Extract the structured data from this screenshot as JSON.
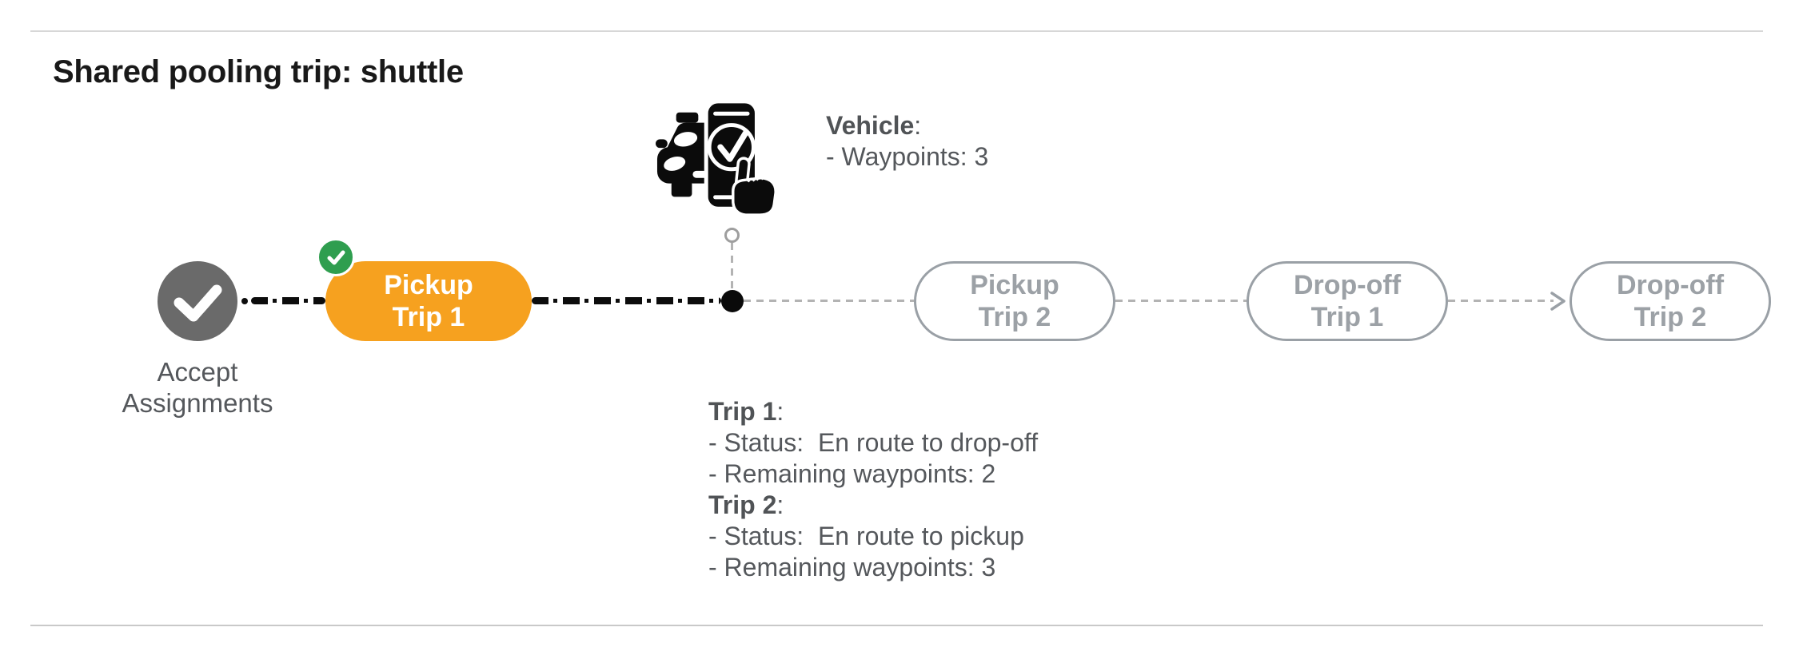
{
  "header": {
    "title": "Shared pooling trip: shuttle"
  },
  "vehicle_annotation": {
    "label": "Vehicle",
    "suffix": ":",
    "lines": [
      "- Waypoints: 3"
    ]
  },
  "timeline": {
    "start_node": {
      "icon": "check-icon",
      "label_line1": "Accept",
      "label_line2": "Assignments",
      "status": "completed"
    },
    "stages": [
      {
        "line1": "Pickup",
        "line2": "Trip 1",
        "status": "completed",
        "badge": "check-badge"
      },
      {
        "line1": "Pickup",
        "line2": "Trip 2",
        "status": "upcoming"
      },
      {
        "line1": "Drop-off",
        "line2": "Trip 1",
        "status": "upcoming"
      },
      {
        "line1": "Drop-off",
        "line2": "Trip 2",
        "status": "upcoming"
      }
    ]
  },
  "trip_status": {
    "sections": [
      {
        "label": "Trip 1",
        "suffix": ":",
        "lines": [
          "- Status:  En route to drop-off",
          "- Remaining waypoints: 2"
        ]
      },
      {
        "label": "Trip 2",
        "suffix": ":",
        "lines": [
          "- Status:  En route to pickup",
          "- Remaining waypoints: 3"
        ]
      }
    ]
  },
  "colors": {
    "active_pill_orange": "#F6A11F",
    "completed_badge_green": "#2F9E4F",
    "completed_node_gray": "#6A6A6A",
    "upcoming_pill_gray": "#9AA0A6",
    "annotation_text_gray": "#55585C",
    "title_black": "#191919",
    "timeline_black": "#0C0C0C",
    "connector_gray": "#B3B3B3",
    "divider_gray": "#D7D7D7"
  }
}
